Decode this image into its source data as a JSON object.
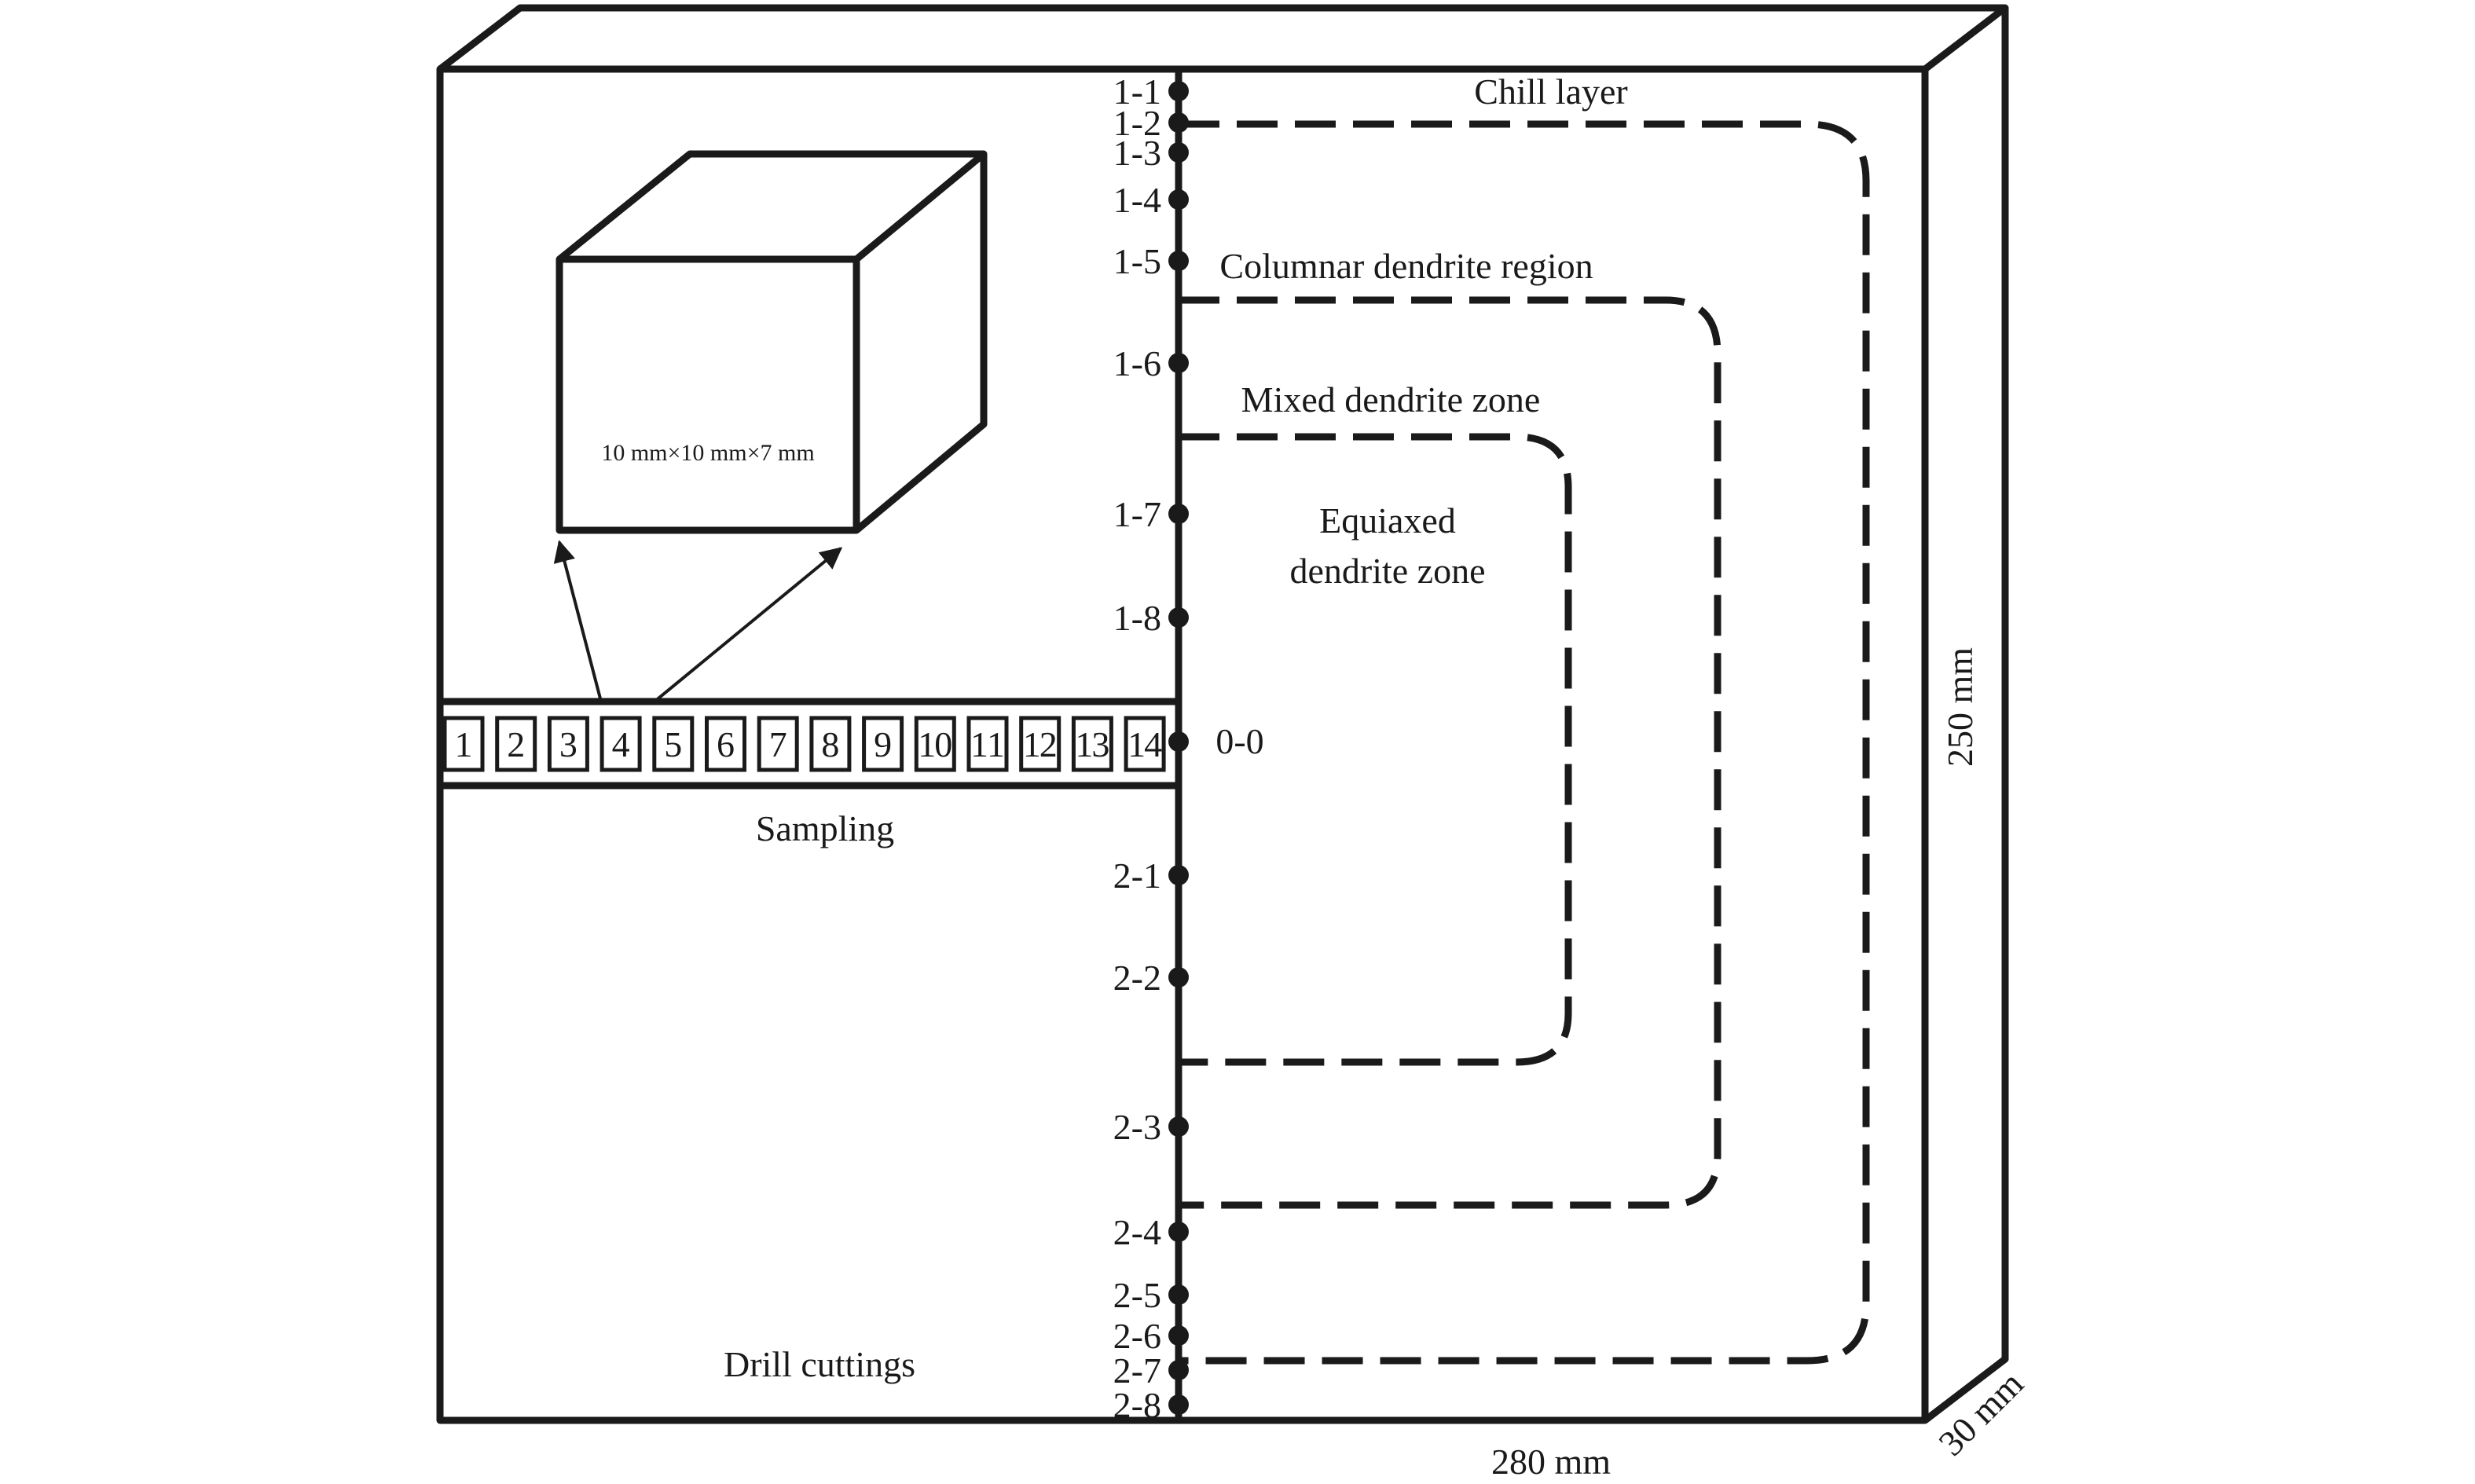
{
  "colors": {
    "line": "#1a1a1a",
    "background": "#ffffff"
  },
  "labels": {
    "chill_layer": "Chill layer",
    "columnar": "Columnar dendrite region",
    "mixed": "Mixed dendrite zone",
    "equiaxed_line1": "Equiaxed",
    "equiaxed_line2": "dendrite zone",
    "sampling": "Sampling",
    "drill_cuttings": "Drill cuttings",
    "cube_size": "10 mm×10 mm×7 mm",
    "center_point": "0-0"
  },
  "dimensions": {
    "width": "280 mm",
    "height": "250 mm",
    "depth": "30 mm"
  },
  "upper_points": [
    "1-1",
    "1-2",
    "1-3",
    "1-4",
    "1-5",
    "1-6",
    "1-7",
    "1-8"
  ],
  "lower_points": [
    "2-1",
    "2-2",
    "2-3",
    "2-4",
    "2-5",
    "2-6",
    "2-7",
    "2-8"
  ],
  "sample_cells": [
    "1",
    "2",
    "3",
    "4",
    "5",
    "6",
    "7",
    "8",
    "9",
    "10",
    "11",
    "12",
    "13",
    "14"
  ]
}
